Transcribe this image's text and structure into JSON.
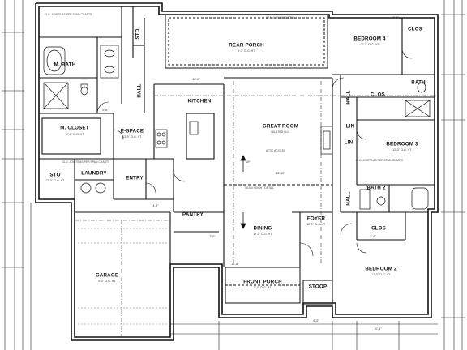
{
  "rooms": {
    "m_bath": {
      "name": "M. BATH"
    },
    "m_closet": {
      "name": "M. CLOSET",
      "size": "12'-0\" CLG. HT."
    },
    "sto_top": {
      "name": "STO"
    },
    "hall_top": {
      "name": "HALL"
    },
    "rear_porch": {
      "name": "REAR PORCH",
      "size": "9'-0\" CLG. HT."
    },
    "bedroom4": {
      "name": "BEDROOM 4",
      "size": "12'-0\" CLG. HT."
    },
    "clos_top": {
      "name": "CLOS"
    },
    "bath": {
      "name": "BATH"
    },
    "kitchen": {
      "name": "KITCHEN"
    },
    "e_space": {
      "name": "E-SPACE",
      "size": "12'-0\" CLG. HT."
    },
    "great_room": {
      "name": "GREAT ROOM",
      "size": "VAULTED CLG."
    },
    "hall_right": {
      "name": "HALL"
    },
    "clos_mid": {
      "name": "CLOS"
    },
    "lin1": {
      "name": "LIN"
    },
    "lin2": {
      "name": "LIN"
    },
    "bedroom3": {
      "name": "BEDROOM 3",
      "size": "12'-0\" CLG. HT."
    },
    "sto_left": {
      "name": "STO",
      "size": "12'-0\" CLG. HT."
    },
    "laundry": {
      "name": "LAUNDRY"
    },
    "entry": {
      "name": "ENTRY"
    },
    "pantry": {
      "name": "PANTRY"
    },
    "hall_low": {
      "name": "HALL"
    },
    "bath2": {
      "name": "BATH 2"
    },
    "foyer": {
      "name": "FOYER",
      "size": "12'-0\" CLG. HT."
    },
    "dining": {
      "name": "DINING",
      "size": "12'-0\" CLG. HT."
    },
    "clos_low": {
      "name": "CLOS"
    },
    "garage": {
      "name": "GARAGE",
      "size": "9'-0\" CLG. HT."
    },
    "front_porch": {
      "name": "FRONT PORCH",
      "size": "9'-0\" CLG. HT."
    },
    "stoop": {
      "name": "STOOP"
    },
    "bedroom2": {
      "name": "BEDROOM 2",
      "size": "12'-0\" CLG. HT."
    }
  },
  "notes": {
    "beam_a": "BEAM HEIGHT DETAIL",
    "beam_b": "BEAM HEIGHT DETAIL",
    "attic": "ATTIC ACCESS",
    "clg_joist": "CLG. JOISTS AS PER SPAN CHARTS",
    "clg_joist2": "CLG. JOISTS AS PER SPAN CHARTS",
    "clg_joist3": "CLG. JOISTS AS PER SPAN CHARTS",
    "up": "UP"
  },
  "dims": {
    "d1": "12'-0\"",
    "d2": "13'-10\"",
    "d3": "4'-6\"",
    "d4": "7'-6\"",
    "d5": "12'-6\"",
    "d6": "5'-8\"",
    "d7": "3'-0\"",
    "d8": "2'-6\"",
    "d9": "6'-0\"",
    "d10": "10'-4\""
  }
}
